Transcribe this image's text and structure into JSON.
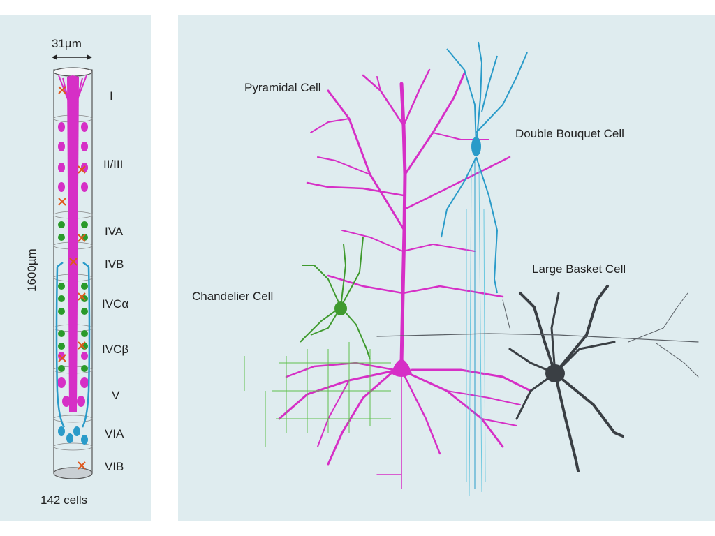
{
  "column": {
    "width_label": "31µm",
    "height_label": "1600µm",
    "cells_label": "142 cells",
    "layers": [
      "I",
      "II/III",
      "IVA",
      "IVB",
      "IVCα",
      "IVCβ",
      "V",
      "VIA",
      "VIB"
    ]
  },
  "cells": {
    "pyramidal": "Pyramidal Cell",
    "double_bouquet": "Double Bouquet Cell",
    "chandelier": "Chandelier Cell",
    "large_basket": "Large Basket Cell"
  },
  "colors": {
    "pyramidal": "#d62fc6",
    "double_bouquet": "#2a9bc9",
    "chandelier": "#3f9a2e",
    "large_basket": "#3a3f44",
    "stellate": "#e0571b",
    "green_cell": "#2a9a2a",
    "background": "#dfecef"
  }
}
